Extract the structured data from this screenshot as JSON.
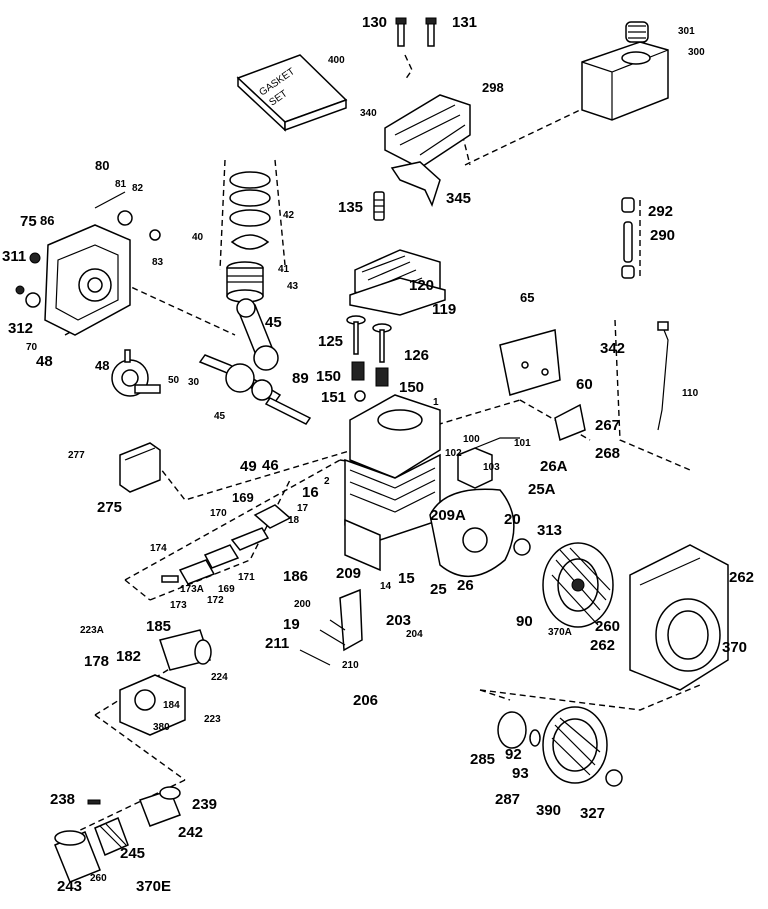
{
  "diagram": {
    "kit_label_line1": "GASKET",
    "kit_label_line2": "SET",
    "part_numbers": [
      "130",
      "131",
      "301",
      "300",
      "400",
      "298",
      "340",
      "345",
      "80",
      "81",
      "82",
      "292",
      "290",
      "135",
      "40",
      "42",
      "75",
      "86",
      "83",
      "311",
      "120",
      "41",
      "43",
      "119",
      "312",
      "65",
      "70",
      "48",
      "45",
      "125",
      "126",
      "342",
      "48",
      "50",
      "30",
      "89",
      "150",
      "150",
      "151",
      "60",
      "1",
      "110",
      "45",
      "267",
      "101",
      "100",
      "268",
      "49",
      "46",
      "102",
      "103",
      "26A",
      "277",
      "275",
      "2",
      "25A",
      "169",
      "16",
      "170",
      "17",
      "18",
      "209A",
      "20",
      "313",
      "174",
      "186",
      "171",
      "169",
      "173A",
      "172",
      "173",
      "209",
      "14",
      "15",
      "25",
      "26",
      "262",
      "90",
      "200",
      "370A",
      "260",
      "223A",
      "185",
      "203",
      "204",
      "19",
      "211",
      "210",
      "370",
      "262",
      "182",
      "178",
      "224",
      "184",
      "380",
      "223",
      "206",
      "285",
      "92",
      "93",
      "287",
      "390",
      "327",
      "238",
      "239",
      "242",
      "245",
      "243",
      "260",
      "370E"
    ]
  }
}
